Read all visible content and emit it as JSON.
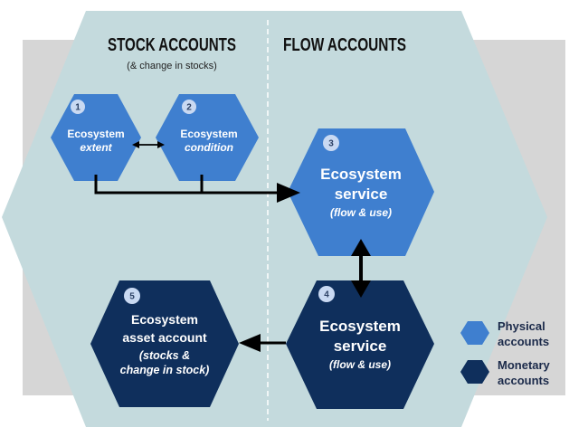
{
  "diagram": {
    "headers": {
      "stock": {
        "title": "STOCK ACCOUNTS",
        "subtitle": "(& change in stocks)"
      },
      "flow": {
        "title": "FLOW ACCOUNTS"
      }
    },
    "nodes": [
      {
        "number": "1",
        "line1": "Ecosystem",
        "line2": "extent",
        "kind": "physical"
      },
      {
        "number": "2",
        "line1": "Ecosystem",
        "line2": "condition",
        "kind": "physical"
      },
      {
        "number": "3",
        "line1": "Ecosystem",
        "line2": "service",
        "line3": "(flow & use)",
        "kind": "physical"
      },
      {
        "number": "4",
        "line1": "Ecosystem",
        "line2": "service",
        "line3": "(flow & use)",
        "kind": "monetary"
      },
      {
        "number": "5",
        "line1": "Ecosystem",
        "line2": "asset account",
        "line3": "(stocks &",
        "line4": "change in stock)",
        "kind": "monetary"
      }
    ],
    "legend": {
      "physical": {
        "line1": "Physical",
        "line2": "accounts"
      },
      "monetary": {
        "line1": "Monetary",
        "line2": "accounts"
      }
    },
    "colors": {
      "physical": "#3f7fcf",
      "monetary": "#0f2f5c",
      "container": "#c4dadd",
      "background": "#d6d6d6",
      "arrow": "#000000"
    }
  }
}
